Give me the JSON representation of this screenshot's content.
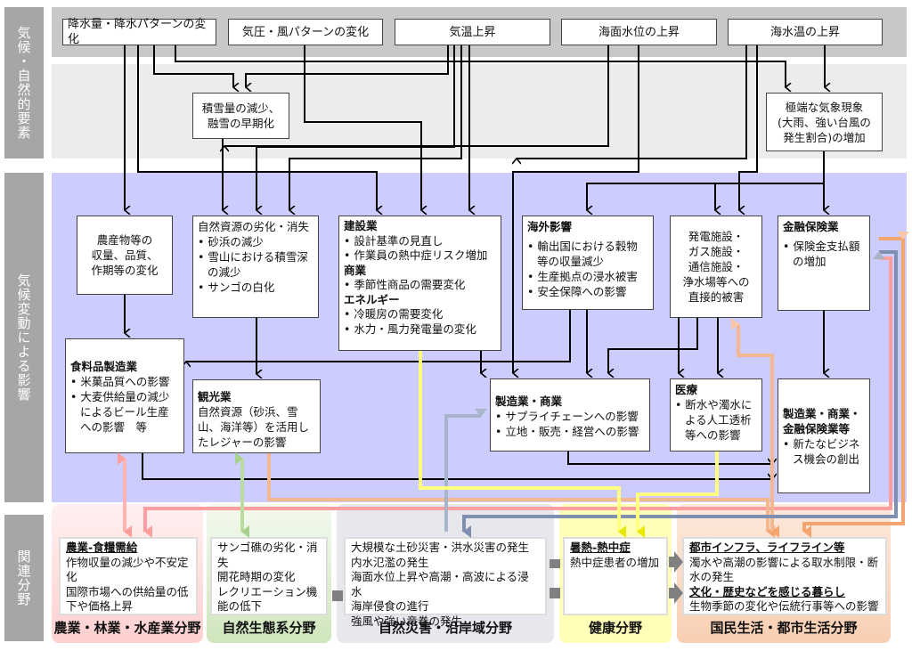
{
  "side_labels": {
    "natural": "気候・自然的要素",
    "impacts": "気候変動による影響",
    "fields": "関連分野"
  },
  "climate_factors": [
    "降水量・降水パターンの変化",
    "気圧・風パターンの変化",
    "気温上昇",
    "海面水位の上昇",
    "海水温の上昇"
  ],
  "secondary_factors": {
    "snow": [
      "積雪量の減少、",
      "融雪の早期化"
    ],
    "extreme": [
      "極端な気象現象",
      "(大雨、強い台風の",
      "発生割合)の増加"
    ]
  },
  "impacts": {
    "agri": {
      "lines": [
        "農産物等の",
        "収量、品質、",
        "作期等の変化"
      ]
    },
    "nature": {
      "title": "自然資源の劣化・消失",
      "items": [
        "砂浜の減少",
        "雪山における積雪深の減少",
        "サンゴの白化"
      ]
    },
    "construction": {
      "sections": [
        {
          "title": "建設業",
          "items": [
            "設計基準の見直し",
            "作業員の熱中症リスク増加"
          ]
        },
        {
          "title": "商業",
          "items": [
            "季節性商品の需要変化"
          ]
        },
        {
          "title": "エネルギー",
          "items": [
            "冷暖房の需要変化",
            "水力・風力発電量の変化"
          ]
        }
      ]
    },
    "overseas": {
      "title": "海外影響",
      "items": [
        "輸出国における穀物等の収量減少",
        "生産拠点の浸水被害",
        "安全保障への影響"
      ]
    },
    "infra": {
      "lines": [
        "発電施設・",
        "ガス施設・",
        "通信施設・",
        "浄水場等への",
        "直接的被害"
      ]
    },
    "finance": {
      "title": "金融保険業",
      "items": [
        "保険金支払額の増加"
      ]
    },
    "food": {
      "title": "食料品製造業",
      "items": [
        "米菓品質への影響",
        "大麦供給量の減少によるビール生産への影響　等"
      ]
    },
    "tourism": {
      "title": "観光業",
      "text": "自然資源（砂浜、雪山、海洋等）を活用したレジャーの影響"
    },
    "manufacturing": {
      "title": "製造業・商業",
      "items": [
        "サプライチェーンへの影響",
        "立地・販売・経営への影響"
      ]
    },
    "medical": {
      "title": "医療",
      "items": [
        "断水や濁水による人工透析等への影響"
      ]
    },
    "business": {
      "title": "製造業・商業・金融保険業等",
      "items": [
        "新たなビジネス機会の創出"
      ]
    }
  },
  "fields": [
    {
      "name": "農業・林業・水産業分野",
      "color": "#ffd6d6",
      "heading": "農業-食糧需給",
      "lines": [
        "作物収量の減少や不安定化",
        "国際市場への供給量の低下や価格上昇"
      ]
    },
    {
      "name": "自然生態系分野",
      "color": "#e2f0d9",
      "lines": [
        "サンゴ礁の劣化・消失",
        "開花時期の変化",
        "レクリエーション機能の低下"
      ]
    },
    {
      "name": "自然災害・沿岸域分野",
      "color": "#e6e8ee",
      "lines": [
        "大規模な土砂災害・洪水災害の発生",
        "内水氾濫の発生",
        "海面水位上昇や高潮・高波による浸水",
        "海岸侵食の進行",
        "強風や強い竜巻の発生"
      ]
    },
    {
      "name": "健康分野",
      "color": "#ffffb8",
      "heading": "暑熱-熱中症",
      "lines": [
        "熱中症患者の増加"
      ]
    },
    {
      "name": "国民生活・都市生活分野",
      "color": "#fbdcc8",
      "heading": "都市インフラ、ライフライン等",
      "lines": [
        "濁水や高潮の影響による取水制限・断水の発生"
      ],
      "heading2": "文化・歴史などを感じる暮らし",
      "lines2": [
        "生物季節の変化や伝統行事等への影響"
      ]
    }
  ],
  "colors": {
    "top_band": "#c8c8c8",
    "mid_band": "#ececec",
    "impact_band": "#ccccff",
    "link_pink": "#ff9e9e",
    "link_green": "#a9d18e",
    "link_blue": "#7f8fb0",
    "link_yellow": "#e8e800",
    "link_orange": "#f4a46e"
  }
}
